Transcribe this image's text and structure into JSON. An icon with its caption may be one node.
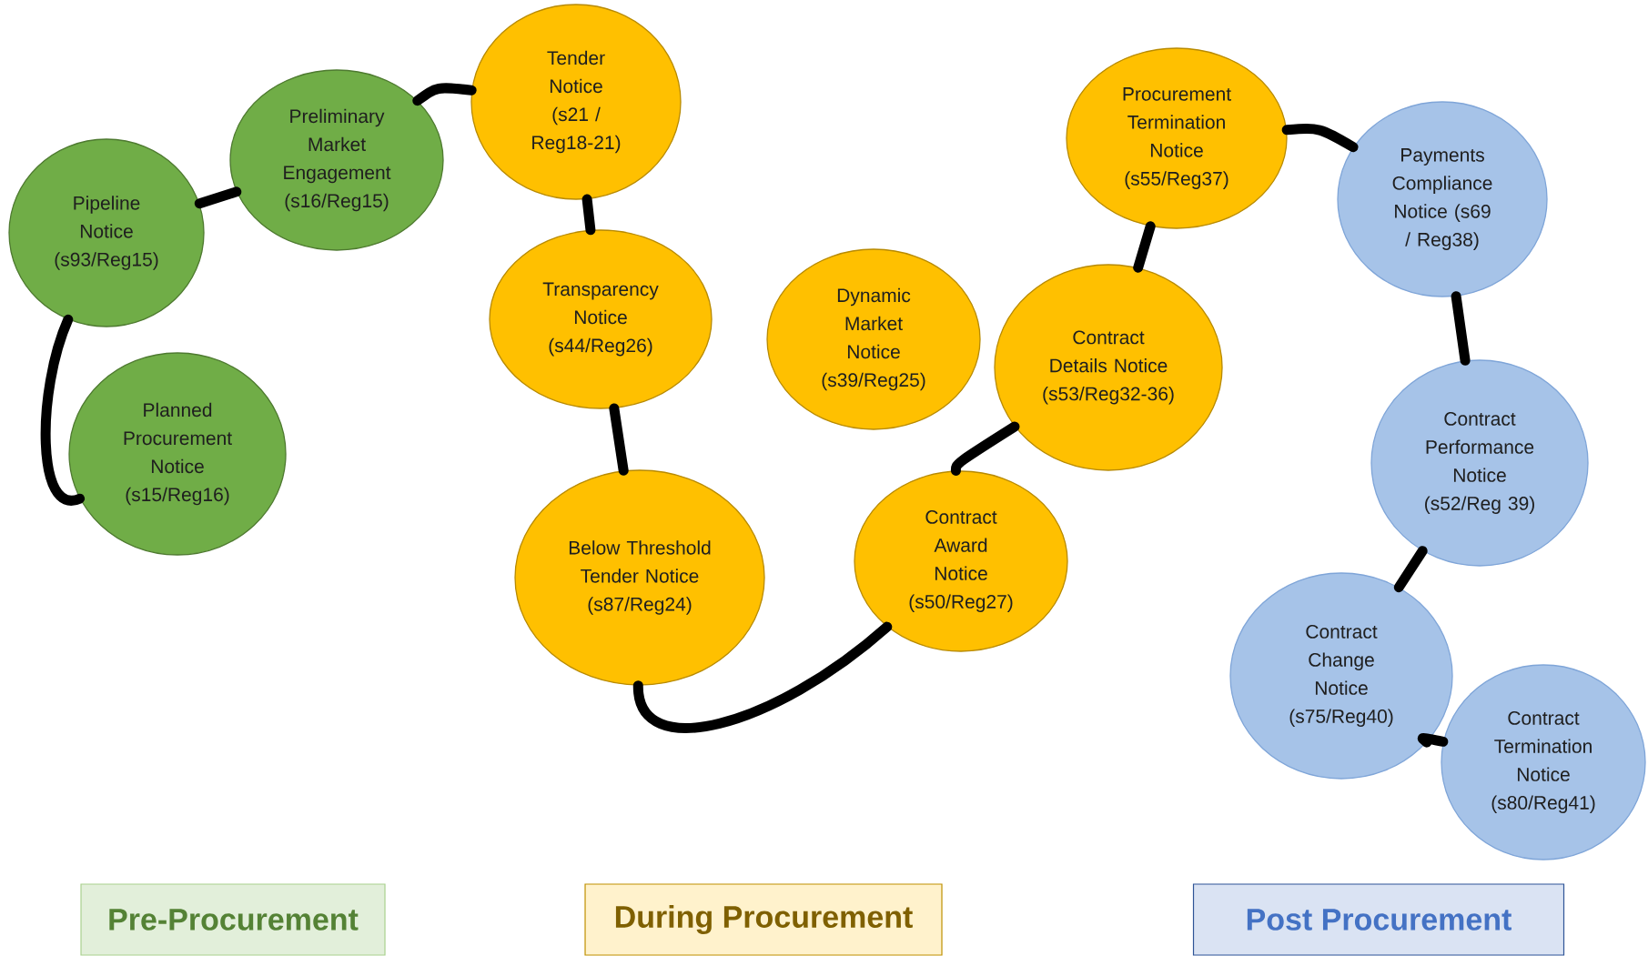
{
  "diagram": {
    "nodes": [
      {
        "text": [
          "Pipeline Notice (s93/Reg15)"
        ]
      },
      {
        "text": [
          "Planned Procurement Notice (s15/Reg16)"
        ]
      },
      {
        "text": [
          "Preliminary Market Engagement (s16/Reg15)"
        ]
      },
      {
        "text": [
          "Tender Notice (s21 / Reg18-21)"
        ]
      },
      {
        "text": [
          "Transparency Notice (s44/Reg26)"
        ]
      },
      {
        "text": [
          "Below Threshold Tender Notice (s87/Reg24)"
        ]
      },
      {
        "text": [
          "Dynamic Market Notice (s39/Reg25)"
        ]
      },
      {
        "text": [
          "Contract Award Notice (s50/Reg27)"
        ]
      },
      {
        "text": [
          "Contract Details Notice (s53/Reg32-36)"
        ]
      },
      {
        "text": [
          "Procurement Termination Notice (s55/Reg37)"
        ]
      },
      {
        "text": [
          "Payments Compliance Notice (s69 / Reg38)"
        ]
      },
      {
        "text": [
          "Contract Performance Notice (s52/Reg 39)"
        ]
      },
      {
        "text": [
          "Contract Change Notice (s75/Reg40)"
        ]
      },
      {
        "text": [
          "Contract Termination Notice (s80/Reg41)"
        ]
      }
    ],
    "edges": [
      {
        "from": 1,
        "to": 0,
        "arrow": "none"
      },
      {
        "from": 0,
        "to": 2,
        "arrow": "none"
      },
      {
        "from": 2,
        "to": 3,
        "arrow": "none"
      },
      {
        "from": 3,
        "to": 4,
        "arrow": "none"
      },
      {
        "from": 4,
        "to": 5,
        "arrow": "none"
      },
      {
        "from": 5,
        "to": 7,
        "arrow": "none"
      },
      {
        "from": 7,
        "to": 8,
        "arrow": "none"
      },
      {
        "from": 8,
        "to": 9,
        "arrow": "none"
      },
      {
        "from": 9,
        "to": 10,
        "arrow": "none"
      },
      {
        "from": 10,
        "to": 11,
        "arrow": "none"
      },
      {
        "from": 11,
        "to": 12,
        "arrow": "none"
      },
      {
        "from": 12,
        "to": 13,
        "arrow": "none"
      }
    ],
    "legend": [
      {
        "text": "Pre-Procurement",
        "color": "#e2efda"
      },
      {
        "text": "During Procurement",
        "color": "#fff2cc"
      },
      {
        "text": "Post Procurement",
        "color": "#dae3f3"
      }
    ]
  }
}
